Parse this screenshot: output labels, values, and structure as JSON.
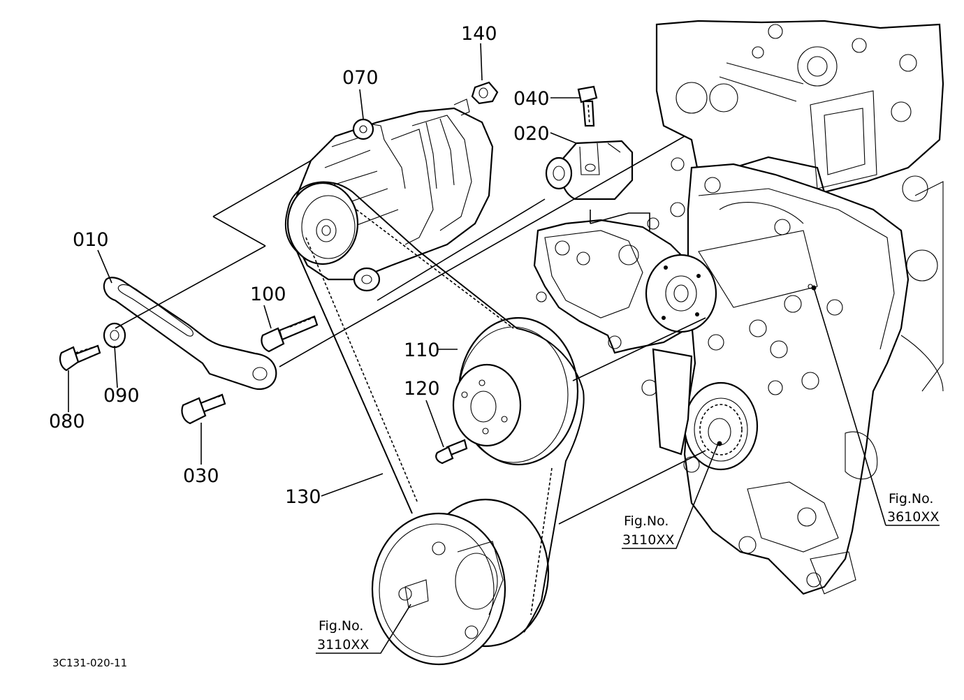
{
  "diagram_id": "3C131-020-11",
  "parts": [
    {
      "no": "010"
    },
    {
      "no": "020"
    },
    {
      "no": "030"
    },
    {
      "no": "040"
    },
    {
      "no": "070"
    },
    {
      "no": "080"
    },
    {
      "no": "090"
    },
    {
      "no": "100"
    },
    {
      "no": "110"
    },
    {
      "no": "120"
    },
    {
      "no": "130"
    },
    {
      "no": "140"
    }
  ],
  "figure_refs": [
    {
      "label": "Fig.No.",
      "number": "3110XX"
    },
    {
      "label": "Fig.No.",
      "number": "3110XX"
    },
    {
      "label": "Fig.No.",
      "number": "3610XX"
    }
  ]
}
